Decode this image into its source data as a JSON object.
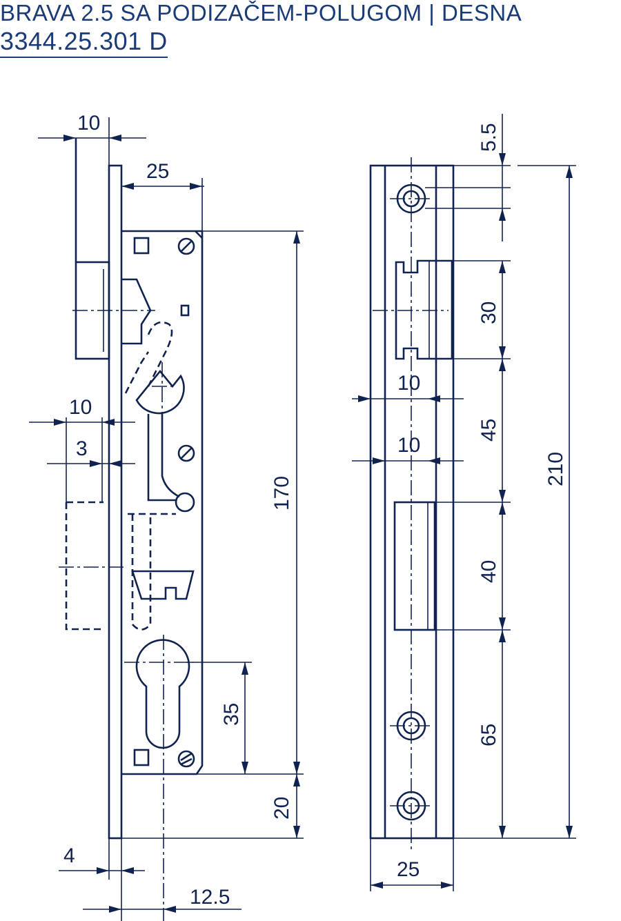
{
  "header": {
    "title": "BRAVA 2.5 SA PODIZAČEM-POLUGOM | DESNA",
    "code": "3344.25.301 D"
  },
  "dimensions": {
    "front_width_10": "10",
    "front_width_25": "25",
    "front_height_170": "170",
    "cyl_35": "35",
    "bottom_20": "20",
    "latch_10": "10",
    "latch_3": "3",
    "plate_4": "4",
    "offset_12_5": "12.5",
    "side_5_5": "5.5",
    "side_30": "30",
    "side_10a": "10",
    "side_45": "45",
    "side_10b": "10",
    "side_40": "40",
    "side_65": "65",
    "side_210": "210",
    "side_25": "25"
  },
  "colors": {
    "title": "#1a3b78",
    "lines": "#10224f"
  }
}
